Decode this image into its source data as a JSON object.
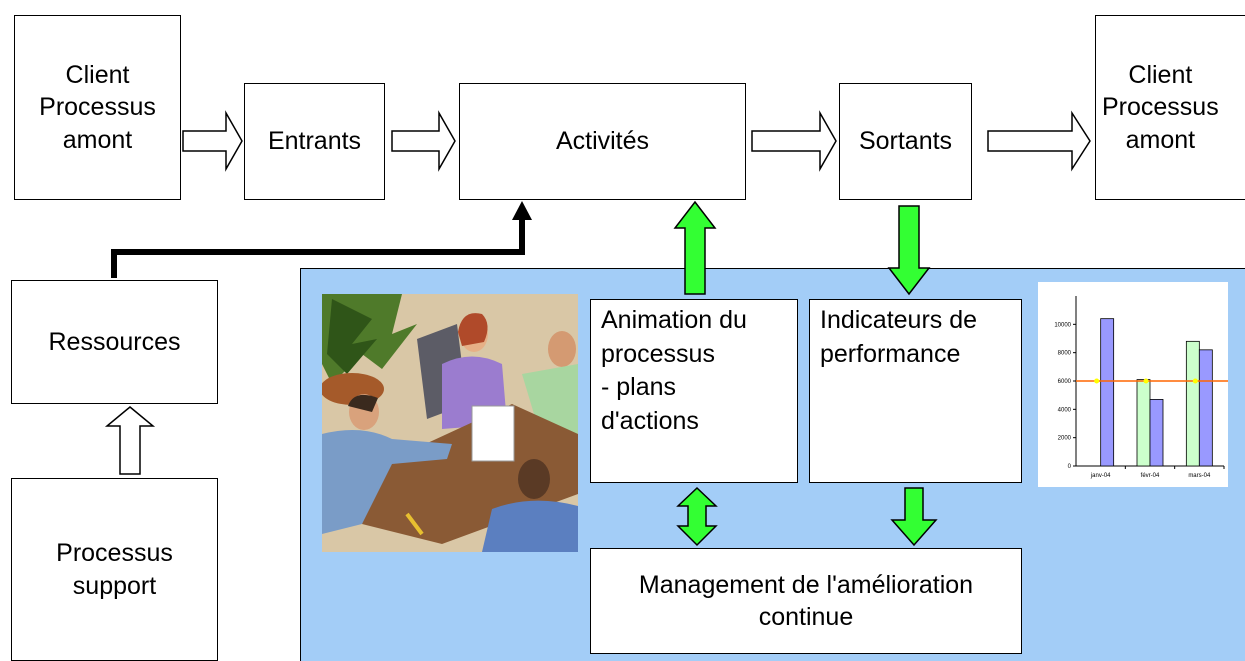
{
  "top_row": {
    "client_left": [
      "Client",
      "Processus",
      "amont"
    ],
    "entrants": "Entrants",
    "activites": "Activités",
    "sortants": "Sortants",
    "client_right": [
      "Client",
      "Processus",
      "amont"
    ]
  },
  "left_column": {
    "ressources": "Ressources",
    "processus_support": [
      "Processus",
      "support"
    ]
  },
  "panel": {
    "animation": [
      "Animation du",
      "processus",
      "- plans",
      "d'actions"
    ],
    "indicateurs": [
      "Indicateurs de",
      "performance"
    ],
    "management": [
      "Management de l'amélioration",
      "continue"
    ]
  },
  "colors": {
    "panel_bg": "#a3cdf7",
    "green_arrow": "#33ff33",
    "bar_green": "#ccffcc",
    "bar_purple": "#9999ff",
    "target_line": "#ff6600",
    "marker": "#ffff00"
  },
  "chart_data": {
    "type": "bar",
    "categories": [
      "janv-04",
      "févr-04",
      "mars-04"
    ],
    "categories_display": [
      "janv-04",
      "févr-04",
      "mars-04"
    ],
    "series": [
      {
        "values": [
          null,
          6100,
          8800
        ],
        "color": "#ccffcc"
      },
      {
        "values": [
          10400,
          4700,
          8200
        ],
        "color": "#9999ff"
      }
    ],
    "target_line": 6000,
    "ylim": [
      0,
      12000
    ],
    "yticks": [
      0,
      2000,
      4000,
      6000,
      8000,
      10000
    ],
    "title": "",
    "xlabel": "",
    "ylabel": ""
  }
}
